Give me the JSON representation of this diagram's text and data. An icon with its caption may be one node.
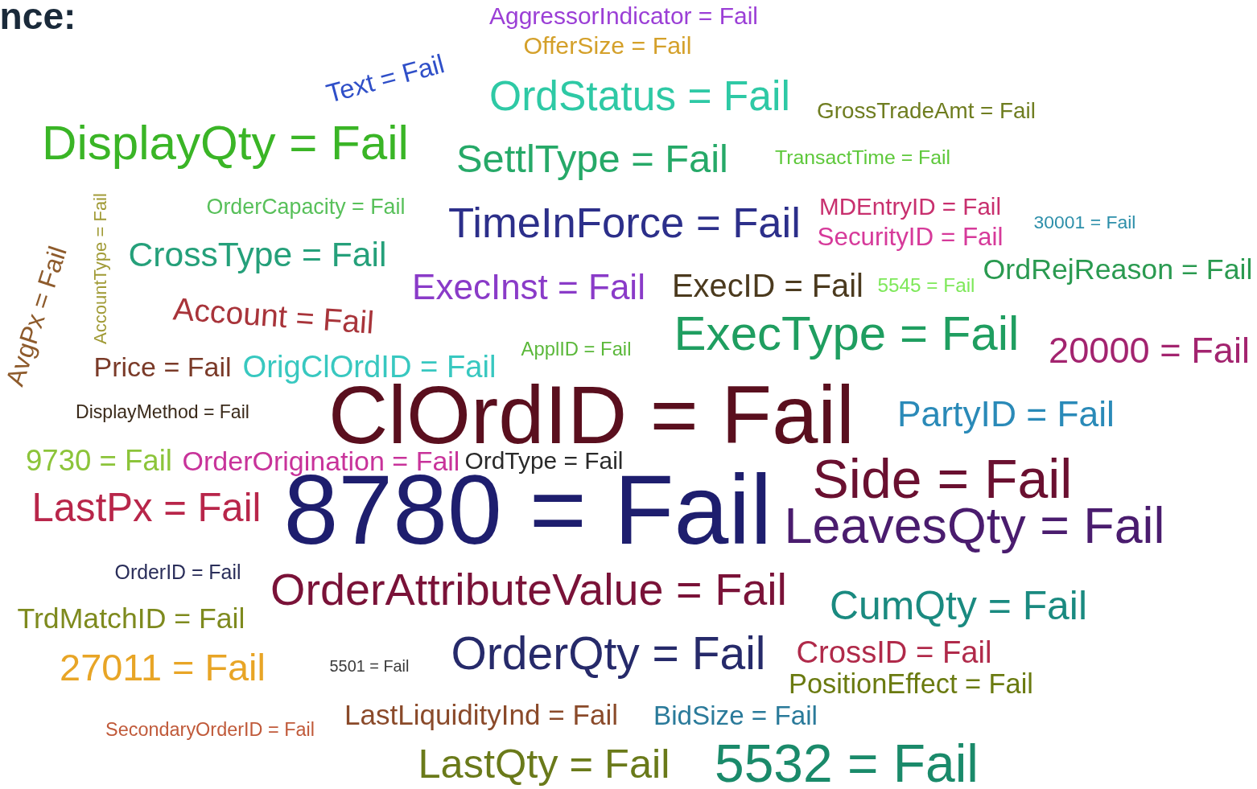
{
  "diagram": {
    "labels": [
      "nce:",
      "AggressorIndicator = Fail",
      "OfferSize = Fail",
      "Text = Fail",
      "OrdStatus = Fail",
      "GrossTradeAmt = Fail",
      "DisplayQty = Fail",
      "SettlType = Fail",
      "TransactTime = Fail",
      "OrderCapacity = Fail",
      "AccountType = Fail",
      "TimeInForce = Fail",
      "MDEntryID = Fail",
      "30001 = Fail",
      "SecurityID = Fail",
      "AvgPx = Fail",
      "CrossType = Fail",
      "OrdRejReason = Fail",
      "ExecInst = Fail",
      "ExecID = Fail",
      "5545 = Fail",
      "Account = Fail",
      "ExecType = Fail",
      "ApplID = Fail",
      "20000 = Fail",
      "Price = Fail",
      "OrigClOrdID = Fail",
      "ClOrdID = Fail",
      "PartyID = Fail",
      "DisplayMethod = Fail",
      "9730 = Fail",
      "OrderOrigination = Fail",
      "OrdType = Fail",
      "Side = Fail",
      "LastPx = Fail",
      "8780 = Fail",
      "LeavesQty = Fail",
      "OrderID = Fail",
      "OrderAttributeValue = Fail",
      "CumQty = Fail",
      "TrdMatchID = Fail",
      "OrderQty = Fail",
      "27011 = Fail",
      "5501 = Fail",
      "CrossID = Fail",
      "PositionEffect = Fail",
      "LastLiquidityInd = Fail",
      "BidSize = Fail",
      "SecondaryOrderID = Fail",
      "LastQty = Fail",
      "5532 = Fail"
    ]
  }
}
